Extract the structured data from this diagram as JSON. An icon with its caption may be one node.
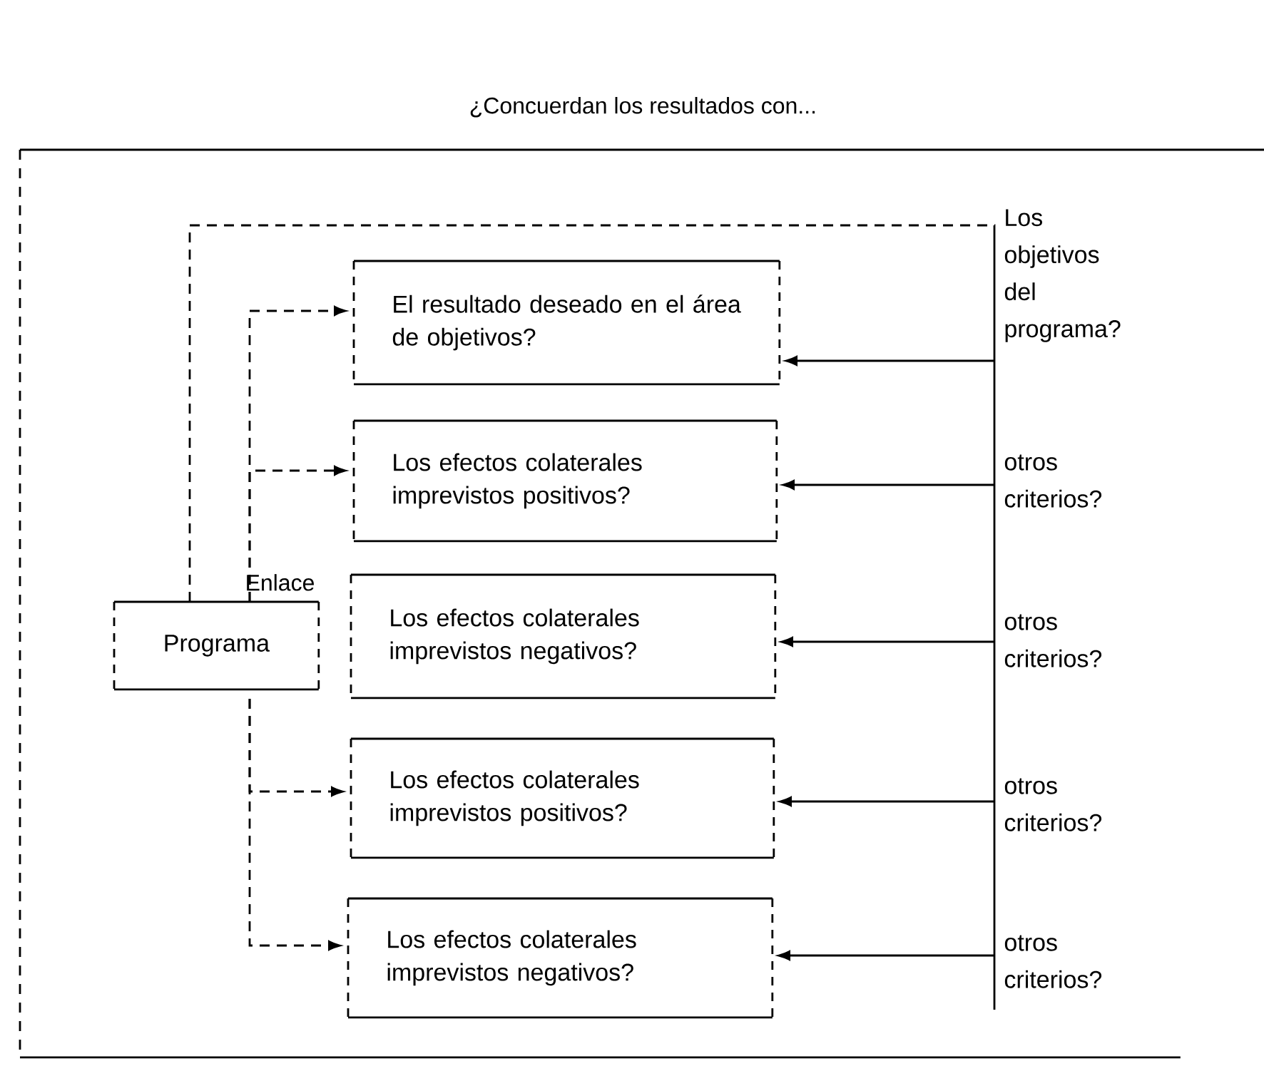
{
  "diagram": {
    "nodes": [
      {
        "text": [
          "¿Concuerdan los resultados con..."
        ]
      },
      {
        "text": [
          "Programa"
        ],
        "beside": [
          "Enlace"
        ],
        "in": 0
      },
      {
        "text": [
          "El resultado deseado en el área de objetivos?"
        ],
        "in": 0
      },
      {
        "text": [
          "Los efectos colaterales imprevistos positivos?"
        ],
        "in": 0
      },
      {
        "text": [
          "Los efectos colaterales imprevistos negativos?"
        ],
        "in": 0
      },
      {
        "text": [
          "Los efectos colaterales imprevistos positivos?"
        ],
        "in": 0
      },
      {
        "text": [
          "Los efectos colaterales imprevistos negativos?"
        ],
        "in": 0
      },
      {
        "text": [
          "Los objetivos del programa?"
        ],
        "in": 0
      },
      {
        "text": [
          "otros criterios?"
        ],
        "in": 0
      },
      {
        "text": [
          "otros criterios?"
        ],
        "in": 0
      },
      {
        "text": [
          "otros criterios?"
        ],
        "in": 0
      },
      {
        "text": [
          "otros criterios?"
        ],
        "in": 0
      }
    ],
    "edges": [
      {
        "from": 1,
        "to": 7,
        "arrow": "none",
        "style": "dashed"
      },
      {
        "from": 1,
        "to": 2,
        "arrow": "to",
        "style": "dashed"
      },
      {
        "from": 1,
        "to": 3,
        "arrow": "to",
        "style": "dashed"
      },
      {
        "from": 1,
        "to": 5,
        "arrow": "to",
        "style": "dashed"
      },
      {
        "from": 1,
        "to": 6,
        "arrow": "to",
        "style": "dashed"
      },
      {
        "from": 7,
        "to": 2,
        "arrow": "to"
      },
      {
        "from": 8,
        "to": 3,
        "arrow": "to"
      },
      {
        "from": 9,
        "to": 4,
        "arrow": "to"
      },
      {
        "from": 10,
        "to": 5,
        "arrow": "to"
      },
      {
        "from": 11,
        "to": 6,
        "arrow": "to"
      }
    ]
  }
}
